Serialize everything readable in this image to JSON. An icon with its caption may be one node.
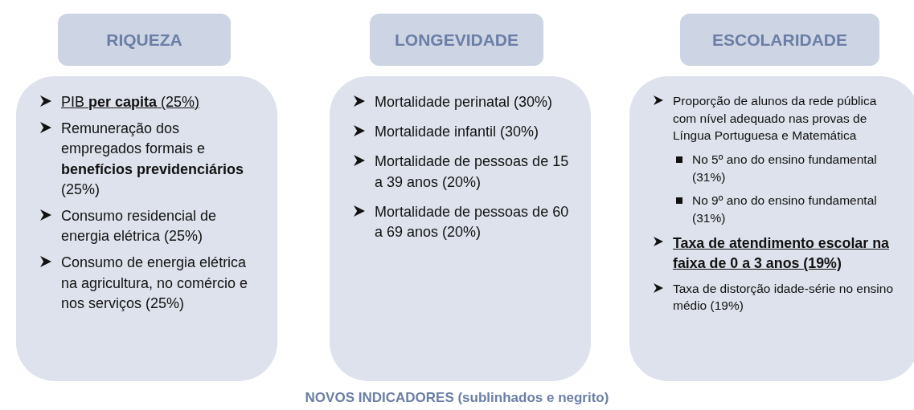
{
  "diagram": {
    "caption": "NOVOS INDICADORES (sublinhados e negrito)",
    "nodes": [
      {
        "text": [
          "RIQUEZA"
        ]
      },
      {
        "text": [
          "LONGEVIDADE"
        ]
      },
      {
        "text": [
          "ESCOLARIDADE"
        ]
      },
      {
        "text": [
          "PIB **per capita** (25%)",
          "Remuneração dos empregados formais e **benefícios previdenciários** (25%)",
          "Consumo residencial de energia elétrica (25%)",
          "Consumo de energia elétrica na agricultura, no comércio e nos serviços (25%)"
        ]
      },
      {
        "text": [
          "Mortalidade perinatal (30%)",
          "Mortalidade infantil (30%)",
          "Mortalidade de pessoas de 15 a 39 anos (20%)",
          "Mortalidade de pessoas de 60 a 69 anos (20%)"
        ]
      },
      {
        "text": [
          "Proporção de alunos da rede pública com nível adequado nas provas de Língua Portuguesa e Matemática",
          "No 5º ano do ensino fundamental (31%)",
          "No 9º ano do ensino fundamental (31%)",
          "Taxa de atendimento escolar na faixa de 0 a 3 anos (19%)",
          "Taxa de distorção idade-série no ensino médio (19%)"
        ]
      }
    ]
  }
}
